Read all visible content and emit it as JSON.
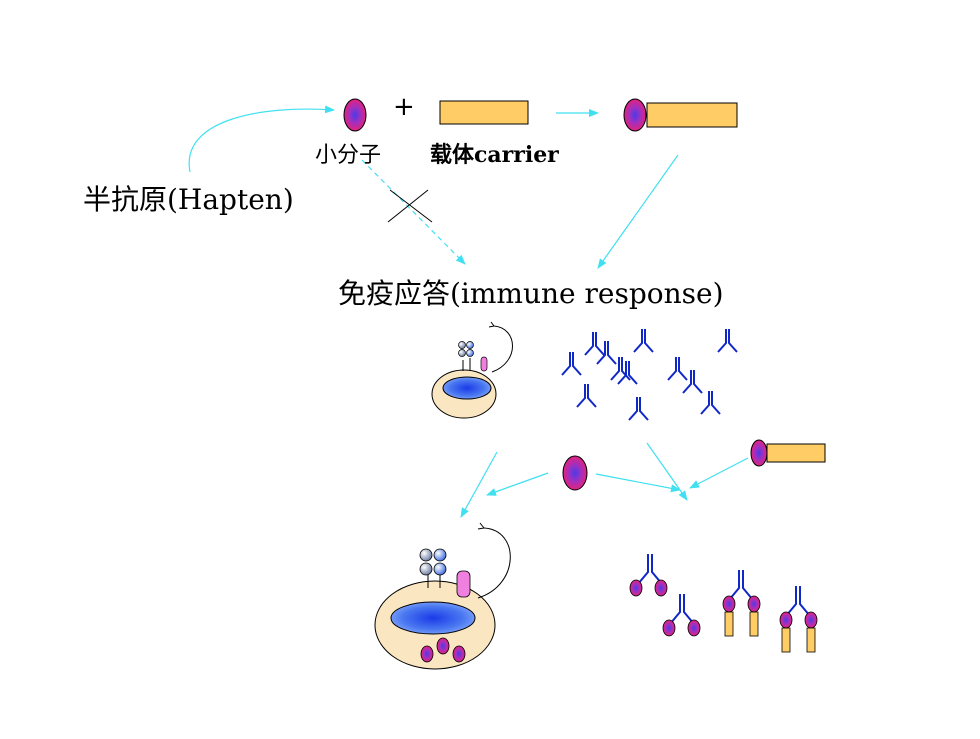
{
  "labels": {
    "hapten": "半抗原(Hapten)",
    "small_molecule": "小分子",
    "carrier": "载体carrier",
    "immune_response": "免疫应答(immune response)",
    "plus": "+"
  },
  "colors": {
    "hapten_fill": "#e0207a",
    "hapten_core": "#5a30d8",
    "carrier_fill": "#ffcc66",
    "arrow": "#40e0f0",
    "antibody": "#1028c8",
    "cell_body": "#fbe6c2",
    "nucleus": "#4a78f0",
    "receptor_pink": "#f080e0"
  }
}
